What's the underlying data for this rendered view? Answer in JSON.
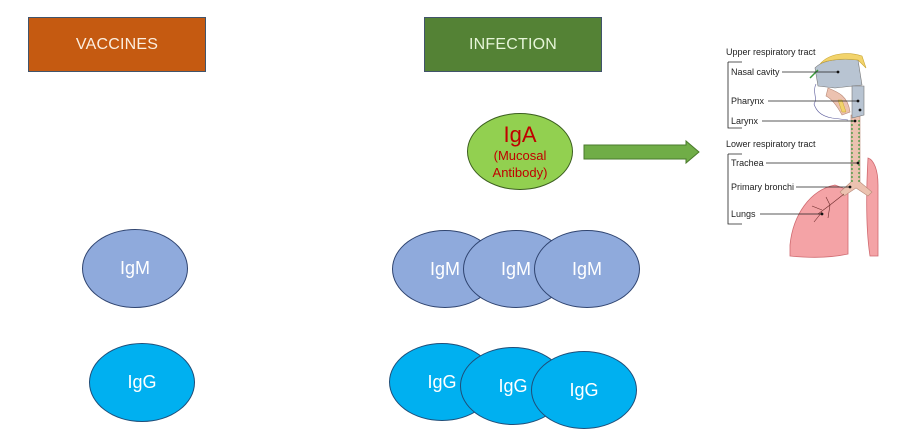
{
  "headers": {
    "vaccines": "VACCINES",
    "infection": "INFECTION"
  },
  "vaccines_column": {
    "antibodies": [
      {
        "label": "IgM",
        "type": "IgM"
      },
      {
        "label": "IgG",
        "type": "IgG"
      }
    ]
  },
  "infection_column": {
    "iga": {
      "label": "IgA",
      "sublabel_line1": "(Mucosal",
      "sublabel_line2": "Antibody)"
    },
    "igm": [
      "IgM",
      "IgM",
      "IgM"
    ],
    "igg": [
      "IgG",
      "IgG",
      "IgG"
    ]
  },
  "respiratory_diagram": {
    "upper_title": "Upper respiratory tract",
    "upper_parts": [
      "Nasal cavity",
      "Pharynx",
      "Larynx"
    ],
    "lower_title": "Lower respiratory tract",
    "lower_parts": [
      "Trachea",
      "Primary bronchi",
      "Lungs"
    ]
  },
  "colors": {
    "vaccines_header": "#c55a11",
    "infection_header": "#548235",
    "igm": "#8faadc",
    "igg": "#00b0f0",
    "iga": "#92d050",
    "iga_text": "#c00000",
    "arrow": "#70ad47"
  }
}
